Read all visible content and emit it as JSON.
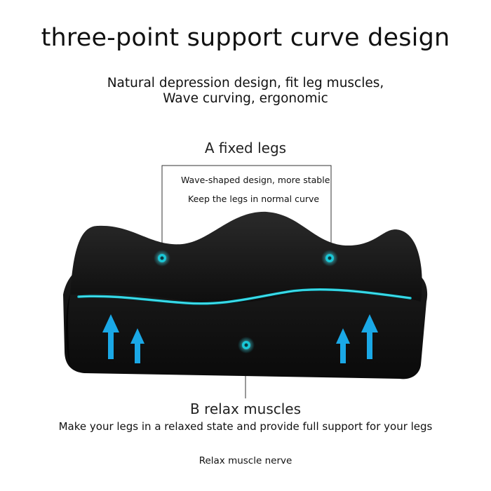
{
  "title": "three-point support curve design",
  "subtitle_line1": "Natural depression design, fit leg muscles,",
  "subtitle_line2": "Wave curving, ergonomic",
  "label_a": "A fixed legs",
  "note_line1": "Wave-shaped design, more stable",
  "note_line2": "Keep the legs in normal curve",
  "label_b": "B relax muscles",
  "bottom_line": "Make your legs in a relaxed state and provide full support for your legs",
  "footer": "Relax muscle nerve",
  "colors": {
    "pillow": "#151515",
    "accent": "#19c7d6",
    "arrow": "#1aa8e6"
  }
}
